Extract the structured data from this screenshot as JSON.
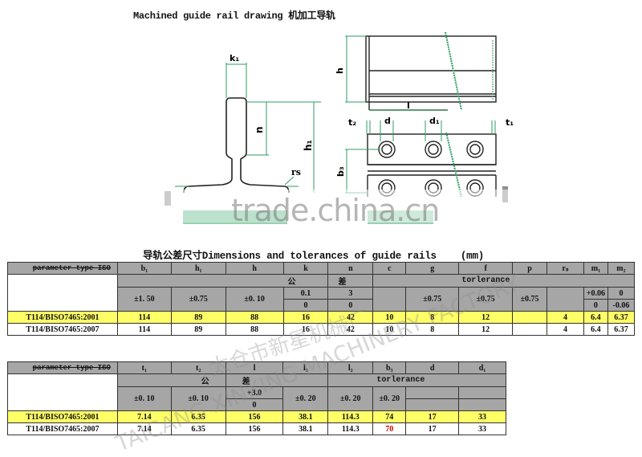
{
  "title": "Machined guide rail drawing 机加工导轨",
  "drawing_labels": {
    "k1": "k₁",
    "n": "n",
    "h1": "h₁",
    "rs": "rs",
    "h": "h",
    "l": "l",
    "t2": "t₂",
    "d": "d",
    "d1": "d₁",
    "t1": "t₁",
    "b3": "b₃"
  },
  "watermarks": {
    "site": "trade.china.cn",
    "company_cn": "太仓市新星机械厂",
    "company_en": "TAICANG XINXING MACHINERY FACTORY"
  },
  "subtitle": {
    "text": "导轨公差尺寸Dimensions and tolerances of guide rails",
    "unit": "(mm)"
  },
  "table1": {
    "param_header": "parameter type ISO",
    "columns": [
      "b₁",
      "h₁",
      "h",
      "k",
      "n",
      "c",
      "g",
      "f",
      "p",
      "rₛ",
      "m₁",
      "m₂"
    ],
    "tol_cn_1": "公",
    "tol_cn_2": "差",
    "tol_en": "torlerance",
    "tolerances": {
      "b1": "±1. 50",
      "h1": "±0.75",
      "h": "±0. 10",
      "k_top": "0.1",
      "k_bot": "0",
      "n_top": "3",
      "n_bot": "0",
      "g": "±0.75",
      "f": "±0.75",
      "p": "±0.75",
      "m1_top": "+0.06",
      "m1_bot": "0",
      "m2_top": "0",
      "m2_bot": "-0.06"
    },
    "rows": [
      {
        "type": "T114/BISO7465:2001",
        "values": [
          "114",
          "89",
          "88",
          "16",
          "42",
          "10",
          "8",
          "12",
          "",
          "4",
          "6.4",
          "6.37"
        ],
        "highlight": true
      },
      {
        "type": "T114/BISO7465:2007",
        "values": [
          "114",
          "89",
          "88",
          "16",
          "42",
          "10",
          "8",
          "12",
          "",
          "4",
          "6.4",
          "6.37"
        ],
        "highlight": false
      }
    ]
  },
  "table2": {
    "param_header": "parameter type ISO",
    "columns": [
      "t₁",
      "t₂",
      "l",
      "l₃",
      "l₂",
      "b₃",
      "d",
      "d₁"
    ],
    "tol_cn_1": "公",
    "tol_cn_2": "差",
    "tol_en": "torlerance",
    "tolerances": {
      "t1": "±0. 10",
      "t2": "±0. 10",
      "l_top": "+3.0",
      "l_bot": "0",
      "l3": "±0. 20",
      "l2": "±0. 20",
      "b3": "±0. 20"
    },
    "rows": [
      {
        "type": "T114/BISO7465:2001",
        "values": [
          "7.14",
          "6.35",
          "156",
          "38.1",
          "114.3",
          "74",
          "17",
          "33"
        ],
        "highlight": true
      },
      {
        "type": "T114/BISO7465:2007",
        "values": [
          "7.14",
          "6.35",
          "156",
          "38.1",
          "114.3",
          "70",
          "17",
          "33"
        ],
        "highlight": false,
        "red_index": 5
      }
    ]
  },
  "colors": {
    "header_gray": "#a6a6a6",
    "highlight_yellow": "#ffff66",
    "dimension_green": "#2e9e63",
    "red_value": "#d40000"
  }
}
